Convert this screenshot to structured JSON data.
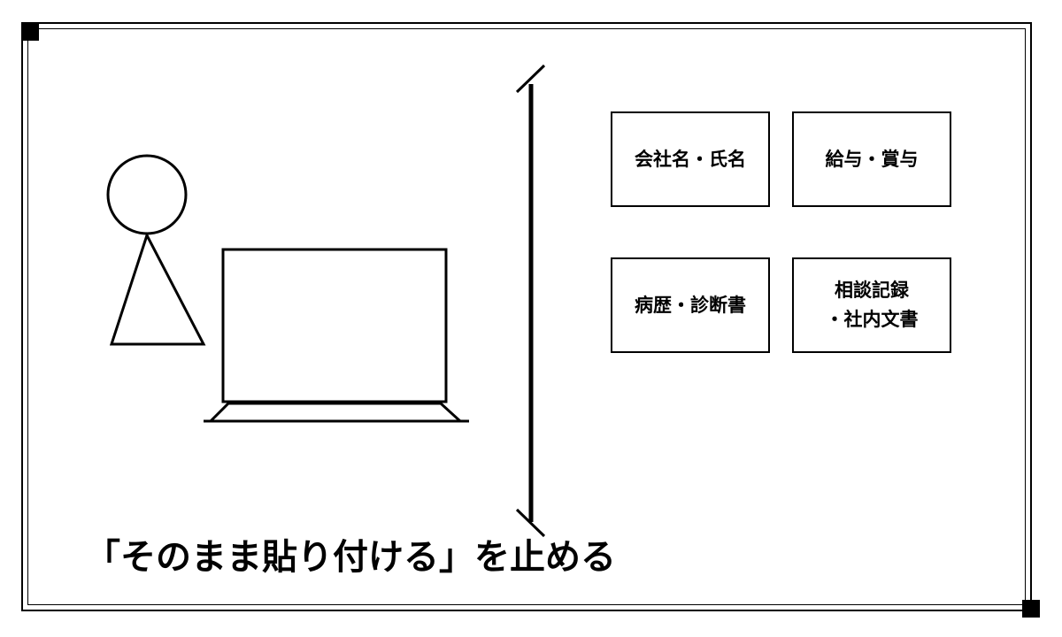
{
  "diagram": {
    "data_boxes": [
      {
        "label": "会社名・氏名"
      },
      {
        "label": "給与・賞与"
      },
      {
        "label": "病歴・診断書"
      },
      {
        "label": "相談記録\n・社内文書"
      }
    ],
    "caption": "「そのまま貼り付ける」を止める"
  }
}
